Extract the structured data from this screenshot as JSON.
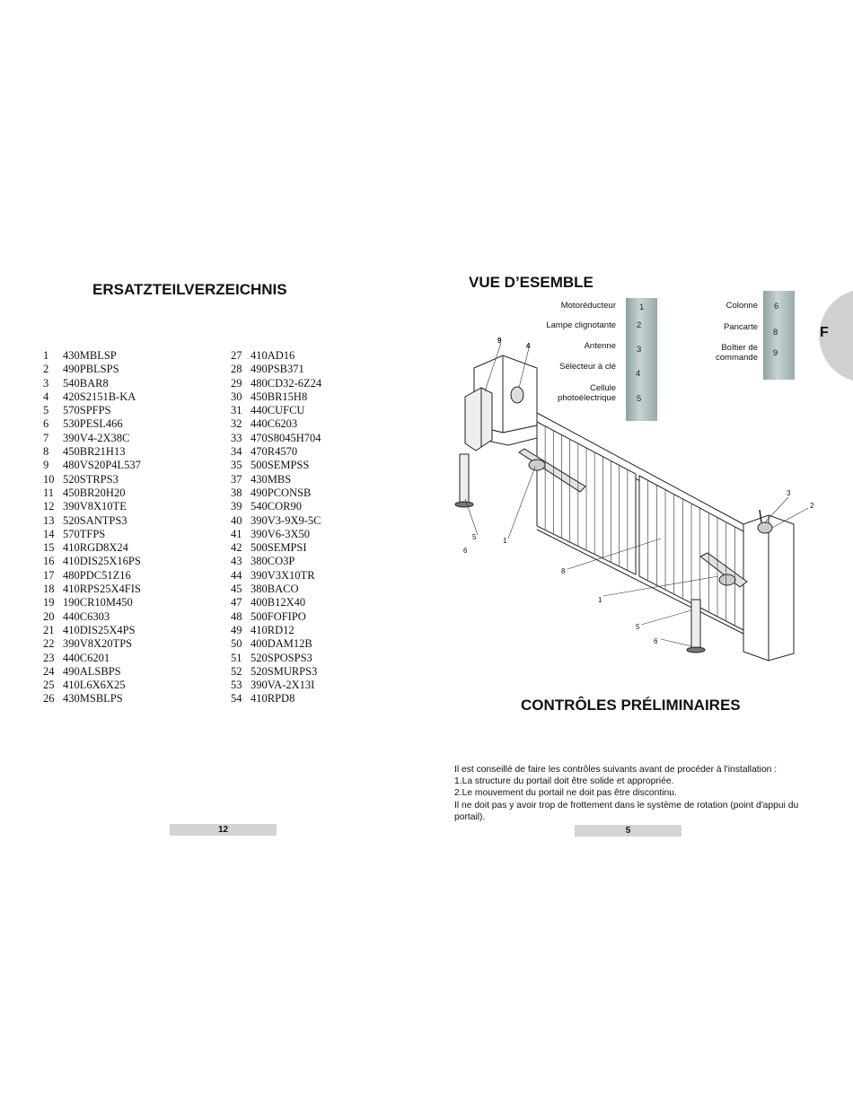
{
  "left_page": {
    "title": "ERSATZTEILVERZEICHNIS",
    "parts_col1": [
      {
        "n": "1",
        "code": "430MBLSP"
      },
      {
        "n": "2",
        "code": "490PBLSPS"
      },
      {
        "n": "3",
        "code": "540BAR8"
      },
      {
        "n": "4",
        "code": "420S2151B-KA"
      },
      {
        "n": "5",
        "code": "570SPFPS"
      },
      {
        "n": "6",
        "code": "530PESL466"
      },
      {
        "n": "7",
        "code": "390V4-2X38C"
      },
      {
        "n": "8",
        "code": "450BR21H13"
      },
      {
        "n": "9",
        "code": "480VS20P4L537"
      },
      {
        "n": "10",
        "code": "520STRPS3"
      },
      {
        "n": "11",
        "code": "450BR20H20"
      },
      {
        "n": "12",
        "code": "390V8X10TE"
      },
      {
        "n": "13",
        "code": "520SANTPS3"
      },
      {
        "n": "14",
        "code": "570TFPS"
      },
      {
        "n": "15",
        "code": "410RGD8X24"
      },
      {
        "n": "16",
        "code": "410DIS25X16PS"
      },
      {
        "n": "17",
        "code": "480PDC51Z16"
      },
      {
        "n": "18",
        "code": "410RPS25X4FIS"
      },
      {
        "n": "19",
        "code": "190CR10M450"
      },
      {
        "n": "20",
        "code": "440C6303"
      },
      {
        "n": "21",
        "code": "410DIS25X4PS"
      },
      {
        "n": "22",
        "code": "390V8X20TPS"
      },
      {
        "n": "23",
        "code": "440C6201"
      },
      {
        "n": "24",
        "code": "490ALSBPS"
      },
      {
        "n": "25",
        "code": "410L6X6X25"
      },
      {
        "n": "26",
        "code": "430MSBLPS"
      }
    ],
    "parts_col2": [
      {
        "n": "27",
        "code": "410AD16"
      },
      {
        "n": "28",
        "code": "490PSB371"
      },
      {
        "n": "29",
        "code": "480CD32-6Z24"
      },
      {
        "n": "30",
        "code": "450BR15H8"
      },
      {
        "n": "31",
        "code": "440CUFCU"
      },
      {
        "n": "32",
        "code": "440C6203"
      },
      {
        "n": "33",
        "code": "470S8045H704"
      },
      {
        "n": "34",
        "code": "470R4570"
      },
      {
        "n": "35",
        "code": "500SEMPSS"
      },
      {
        "n": "37",
        "code": "430MBS"
      },
      {
        "n": "38",
        "code": "490PCONSB"
      },
      {
        "n": "39",
        "code": "540COR90"
      },
      {
        "n": "40",
        "code": "390V3-9X9-5C"
      },
      {
        "n": "41",
        "code": "390V6-3X50"
      },
      {
        "n": "42",
        "code": "500SEMPSI"
      },
      {
        "n": "43",
        "code": "380CO3P"
      },
      {
        "n": "44",
        "code": "390V3X10TR"
      },
      {
        "n": "45",
        "code": "380BACO"
      },
      {
        "n": "47",
        "code": "400B12X40"
      },
      {
        "n": "48",
        "code": "500FOFIPO"
      },
      {
        "n": "49",
        "code": "410RD12"
      },
      {
        "n": "50",
        "code": "400DAM12B"
      },
      {
        "n": "51",
        "code": "520SPOSPS3"
      },
      {
        "n": "52",
        "code": "520SMURPS3"
      },
      {
        "n": "53",
        "code": "390VA-2X13I"
      },
      {
        "n": "54",
        "code": "410RPD8"
      }
    ],
    "page_number": "12"
  },
  "right_page": {
    "title": "VUE D’ESEMBLE",
    "legend_left": [
      {
        "label": "Motoréducteur",
        "num": "1"
      },
      {
        "label": "Lampe clignotante",
        "num": "2"
      },
      {
        "label": "Antenne",
        "num": "3"
      },
      {
        "label": "Sélecteur à clé",
        "num": "4"
      },
      {
        "label": "Cellule photoélectrique",
        "num": "5"
      }
    ],
    "legend_right": [
      {
        "label": "Colonne",
        "num": "6"
      },
      {
        "label": "Pancarte",
        "num": "8"
      },
      {
        "label": "Boîtier de commande",
        "num": "9"
      }
    ],
    "diagram_labels": {
      "l9": "9",
      "l4": "4",
      "l3": "3",
      "l2": "2",
      "l5a": "5",
      "l6a": "6",
      "l1a": "1",
      "l8": "8",
      "l1b": "1",
      "l5b": "5",
      "l6b": "6"
    },
    "tab_letter": "F",
    "section_title": "CONTRÔLES PRÉLIMINAIRES",
    "intro": [
      "Il est conseillé de faire les contrôles suivants avant de procéder à l'installation :",
      "1.La structure du portail doit être solide et appropriée.",
      "2.Le mouvement du portail ne doit pas être discontinu.",
      "Il ne doit pas y avoir trop de frottement dans le système de rotation (point d'appui du portail)."
    ],
    "page_number": "5"
  }
}
